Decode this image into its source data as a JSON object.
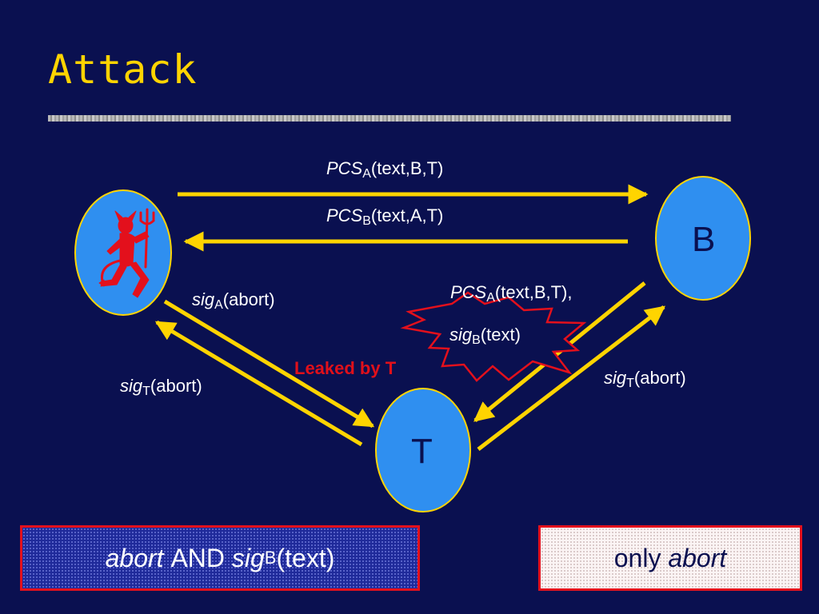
{
  "title": "Attack",
  "colors": {
    "background": "#0a1050",
    "title": "#ffd400",
    "arrow": "#ffd400",
    "node_fill": "#2f8ff0",
    "node_stroke": "#ffd400",
    "leak": "#e0101a",
    "box_border": "#e3101c"
  },
  "nodes": {
    "attacker": {
      "icon": "devil-icon"
    },
    "b": {
      "label": "B"
    },
    "t": {
      "label": "T"
    }
  },
  "messages": {
    "pcs_a_to_b": {
      "fn": "PCS",
      "sub": "A",
      "args": "(text,B,T)"
    },
    "pcs_b_to_a": {
      "fn": "PCS",
      "sub": "B",
      "args": "(text,A,T)"
    },
    "sig_a_abort": {
      "fn": "sig",
      "sub": "A",
      "args": "(abort)"
    },
    "sig_t_abort_left": {
      "fn": "sig",
      "sub": "T",
      "args": "(abort)"
    },
    "pcs_a_b_t": {
      "fn": "PCS",
      "sub": "A",
      "args": "(text,B,T),"
    },
    "sig_b_text": {
      "fn": "sig",
      "sub": "B",
      "args": "(text)"
    },
    "sig_t_abort_right": {
      "fn": "sig",
      "sub": "T",
      "args": "(abort)"
    }
  },
  "leak_label": "Leaked by T",
  "outcomes": {
    "left": {
      "word1": "abort",
      "word2": "AND",
      "fn": "sig",
      "sub": "B",
      "args": "(text)"
    },
    "right": {
      "word1": "only",
      "word2": "abort"
    }
  }
}
